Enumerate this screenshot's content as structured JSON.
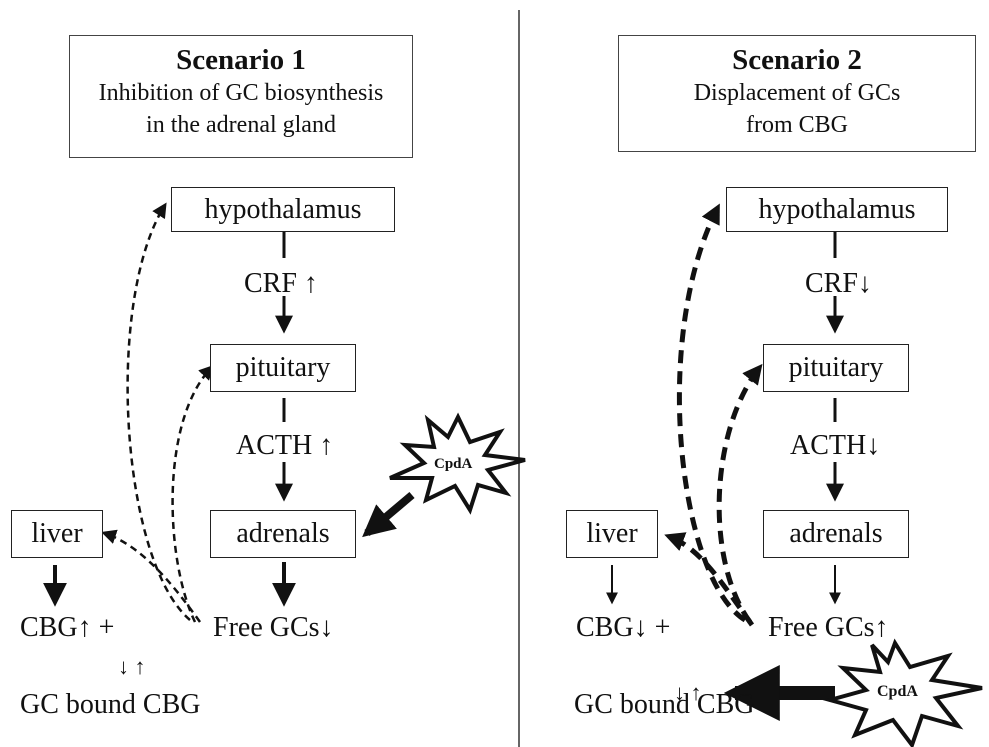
{
  "scenario1": {
    "title": "Scenario 1",
    "subtitle_line1": "Inhibition of GC biosynthesis",
    "subtitle_line2": "in the adrenal gland",
    "hypothalamus": "hypothalamus",
    "crf": "CRF ↑",
    "pituitary": "pituitary",
    "acth": "ACTH ↑",
    "adrenals": "adrenals",
    "liver": "liver",
    "cbg": "CBG↑ +",
    "free_gcs": "Free GCs↓",
    "equilibrium": "↓ ↑",
    "gc_bound": "GC bound CBG",
    "cpda": "CpdA"
  },
  "scenario2": {
    "title": "Scenario 2",
    "subtitle_line1": "Displacement of GCs",
    "subtitle_line2": "from CBG",
    "hypothalamus": "hypothalamus",
    "crf": "CRF↓",
    "pituitary": "pituitary",
    "acth": "ACTH↓",
    "adrenals": "adrenals",
    "liver": "liver",
    "cbg": "CBG↓ +",
    "free_gcs": "Free GCs↑",
    "equilibrium": "↓ ↑",
    "gc_bound": "GC bound CBG",
    "cpda": "CpdA"
  }
}
